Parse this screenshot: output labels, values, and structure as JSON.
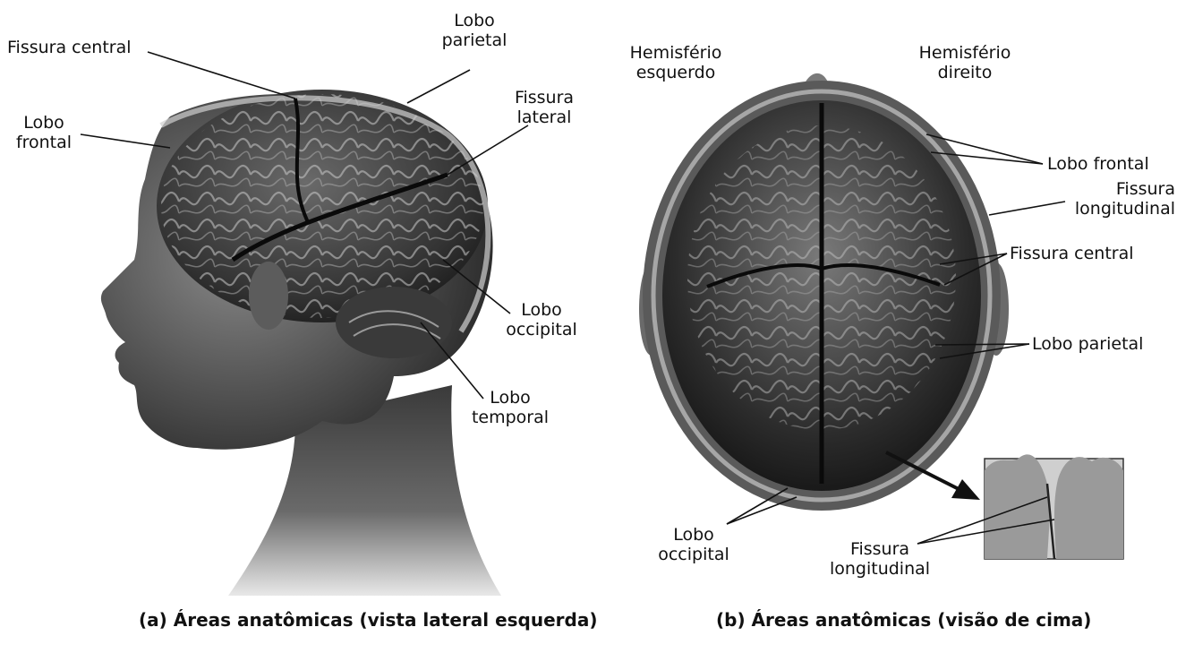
{
  "panel_a": {
    "labels": {
      "fissura_central": "Fissura central",
      "lobo_parietal": [
        "Lobo",
        "parietal"
      ],
      "fissura_lateral": [
        "Fissura",
        "lateral"
      ],
      "lobo_frontal": [
        "Lobo",
        "frontal"
      ],
      "lobo_occipital": [
        "Lobo",
        "occipital"
      ],
      "lobo_temporal": [
        "Lobo",
        "temporal"
      ]
    },
    "caption": "(a) Áreas anatômicas (vista lateral esquerda)"
  },
  "panel_b": {
    "labels": {
      "hemisferio_esquerdo": [
        "Hemisfério",
        "esquerdo"
      ],
      "hemisferio_direito": [
        "Hemisfério",
        "direito"
      ],
      "lobo_frontal": "Lobo frontal",
      "fissura_longitudinal": [
        "Fissura",
        "longitudinal"
      ],
      "fissura_central": "Fissura central",
      "lobo_parietal": "Lobo parietal",
      "lobo_occipital": [
        "Lobo",
        "occipital"
      ],
      "fissura_longitudinal_inset": [
        "Fissura",
        "longitudinal"
      ]
    },
    "caption": "(b) Áreas anatômicas (visão de cima)"
  }
}
